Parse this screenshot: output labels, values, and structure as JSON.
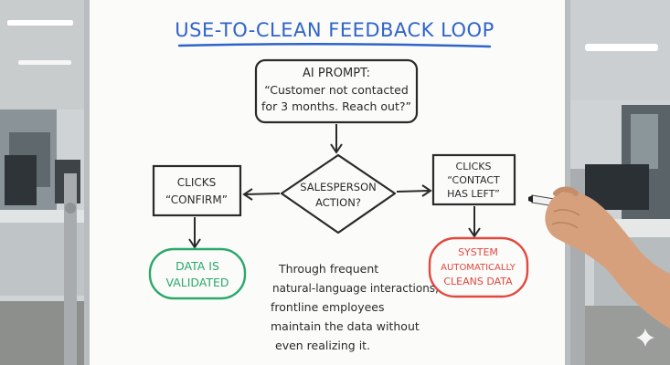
{
  "whiteboard": {
    "title": "USE-TO-CLEAN FEEDBACK LOOP",
    "prompt_box": {
      "lines": [
        "AI PROMPT:",
        "“Customer not contacted",
        "for 3 months. Reach out?”"
      ]
    },
    "decision": {
      "lines": [
        "SALESPERSON",
        "ACTION?"
      ]
    },
    "left_box": {
      "lines": [
        "CLICKS",
        "“CONFIRM”"
      ]
    },
    "right_box": {
      "lines": [
        "CLICKS",
        "“CONTACT",
        "HAS LEFT”"
      ]
    },
    "left_result": {
      "lines": [
        "DATA IS",
        "VALIDATED"
      ]
    },
    "right_result": {
      "lines": [
        "SYSTEM",
        "AUTOMATICALLY",
        "CLEANS DATA"
      ]
    },
    "note": {
      "lines": [
        "Through frequent",
        "natural-language interactions,",
        "frontline employees",
        "maintain the data without",
        "even realizing it."
      ]
    }
  },
  "colors": {
    "title": "#2f64c9",
    "ink": "#2a2a2a",
    "green": "#2aa86a",
    "red": "#e2483d",
    "board": "#fbfbfa",
    "frame": "#b9bdbf"
  }
}
